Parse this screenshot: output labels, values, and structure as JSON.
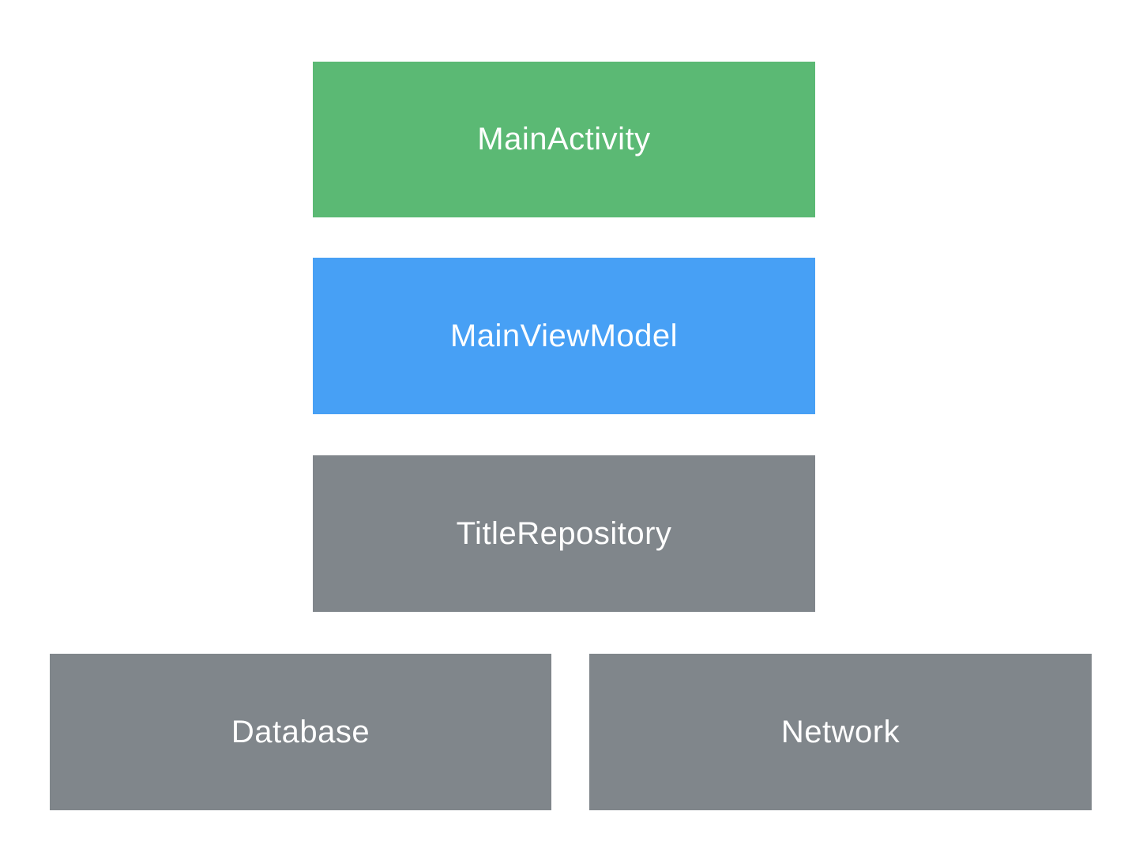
{
  "diagram": {
    "description": "Android app architecture layer diagram",
    "background_color": "#FFFFFF",
    "text_color": "#FFFFFF",
    "nodes": [
      {
        "id": "main-activity",
        "label": "MainActivity",
        "color": "#5BB974",
        "layer": "ui"
      },
      {
        "id": "main-view-model",
        "label": "MainViewModel",
        "color": "#47A0F5",
        "layer": "viewmodel"
      },
      {
        "id": "title-repository",
        "label": "TitleRepository",
        "color": "#80868B",
        "layer": "repository"
      },
      {
        "id": "database",
        "label": "Database",
        "color": "#80868B",
        "layer": "data-source"
      },
      {
        "id": "network",
        "label": "Network",
        "color": "#80868B",
        "layer": "data-source"
      }
    ]
  }
}
